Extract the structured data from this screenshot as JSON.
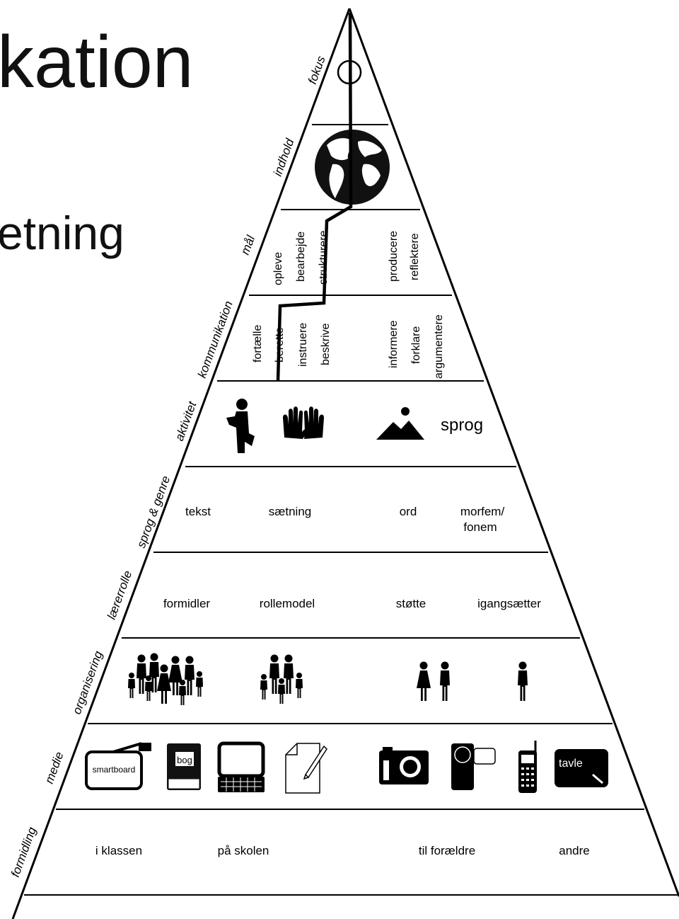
{
  "slide": {
    "title_fragment": "kation",
    "subtitle_fragment": "etning"
  },
  "pyramid": {
    "side_labels": [
      "fokus",
      "indhold",
      "mål",
      "kommunikation",
      "aktivitet",
      "sprog & genre",
      "lærerrolle",
      "organisering",
      "medie",
      "formidling"
    ],
    "mal_words": [
      "opleve",
      "bearbejde",
      "strukturere",
      "producere",
      "reflektere"
    ],
    "kommunikation_words": [
      "fortælle",
      "berette",
      "instruere",
      "beskrive",
      "informere",
      "forklare",
      "argumentere"
    ],
    "aktivitet_text": "sprog",
    "sprog_genre": [
      "tekst",
      "sætning",
      "ord",
      "morfem/",
      "fonem"
    ],
    "laererrolle": [
      "formidler",
      "rollemodel",
      "støtte",
      "igangsætter"
    ],
    "medie_labels": {
      "smartboard": "smartboard",
      "bog": "bog",
      "tavle": "tavle"
    },
    "formidling": [
      "i klassen",
      "på skolen",
      "til forældre",
      "andre"
    ]
  }
}
